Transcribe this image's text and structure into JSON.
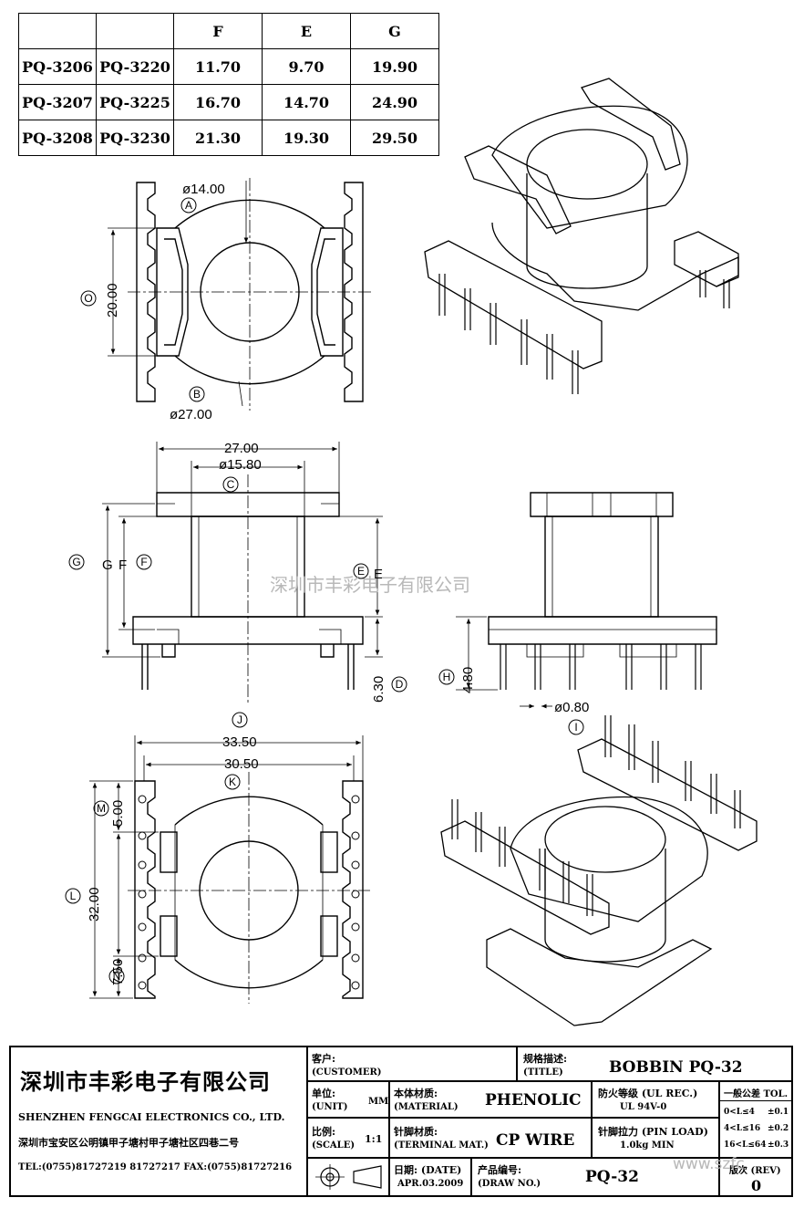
{
  "dims_table": {
    "headers": [
      "",
      "",
      "F",
      "E",
      "G"
    ],
    "rows": [
      [
        "PQ-3206",
        "PQ-3220",
        "11.70",
        "9.70",
        "19.90"
      ],
      [
        "PQ-3207",
        "PQ-3225",
        "16.70",
        "14.70",
        "24.90"
      ],
      [
        "PQ-3208",
        "PQ-3230",
        "21.30",
        "19.30",
        "29.50"
      ]
    ]
  },
  "dims": {
    "d14": "ø14.00",
    "d20": "20.00",
    "d27": "ø27.00",
    "w27": "27.00",
    "d15": "ø15.80",
    "h630": "6.30",
    "h480": "4.80",
    "d080": "ø0.80",
    "w3350": "33.50",
    "w3050": "30.50",
    "v500": "5.00",
    "v3200": "32.00",
    "v750": "7.50",
    "g": "G",
    "f": "F",
    "e": "E"
  },
  "callouts": {
    "A": "A",
    "B": "B",
    "C": "C",
    "D": "D",
    "E": "E",
    "F": "F",
    "G": "G",
    "H": "H",
    "I": "I",
    "J": "J",
    "K": "K",
    "L": "L",
    "M": "M",
    "N": "N",
    "O": "O"
  },
  "watermark": "深圳市丰彩电子有限公司",
  "watermark_url": "www.szfc",
  "title_block": {
    "company_cn": "深圳市丰彩电子有限公司",
    "company_en": "SHENZHEN FENGCAI ELECTRONICS CO., LTD.",
    "address": "深圳市宝安区公明镇甲子塘村甲子塘社区四巷二号",
    "phone": "TEL:(0755)81727219  81727217   FAX:(0755)81727216",
    "customer_cn": "客户:",
    "customer_en": "(CUSTOMER)",
    "spec_cn": "规格描述:",
    "spec_en": "(TITLE)",
    "title_value": "BOBBIN PQ-32",
    "unit_cn": "单位:",
    "unit_en": "(UNIT)",
    "unit_value": "MM",
    "material_cn": "本体材质:",
    "material_en": "(MATERIAL)",
    "material_value": "PHENOLIC",
    "flame_label": "防火等级 (UL REC.)",
    "flame_value": "UL 94V-0",
    "tol_label": "一般公差 TOL.",
    "tol_rows": [
      [
        "0<L≤4",
        "±0.1"
      ],
      [
        "4<L≤16",
        "±0.2"
      ],
      [
        "16<L≤64",
        "±0.3"
      ]
    ],
    "scale_cn": "比例:",
    "scale_en": "(SCALE)",
    "scale_value": "1:1",
    "terminal_cn": "针脚材质:",
    "terminal_en": "(TERMINAL MAT.)",
    "terminal_value": "CP WIRE",
    "pin_load_label": "针脚拉力 (PIN LOAD)",
    "pin_load_value": "1.0kg MIN",
    "date_label": "日期: (DATE)",
    "date_value": "APR.03.2009",
    "drawno_label": "产品编号:",
    "drawno_en": "(DRAW NO.)",
    "drawno_value": "PQ-32",
    "rev_label": "版次 (REV)",
    "rev_value": "0"
  }
}
